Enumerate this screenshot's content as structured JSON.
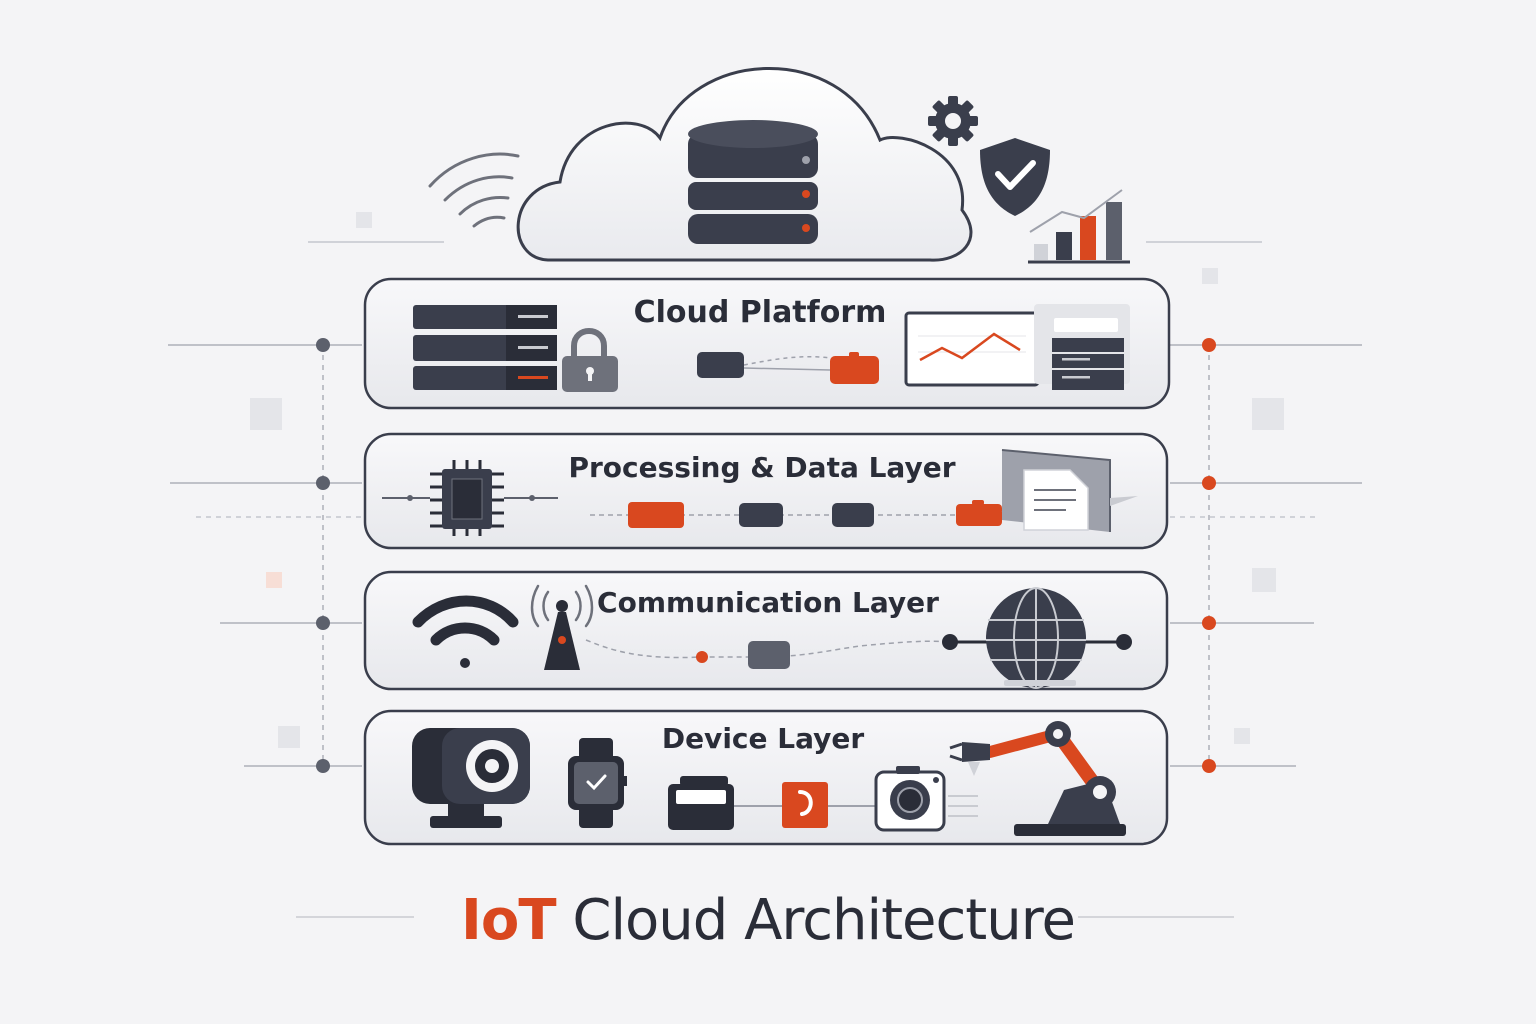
{
  "diagram": {
    "title_accent": "IoT",
    "title_main": "Cloud Architecture",
    "layers": [
      {
        "label": "Cloud Platform"
      },
      {
        "label": "Processing & Data Layer"
      },
      {
        "label": "Communication Layer"
      },
      {
        "label": "Device Layer"
      }
    ]
  },
  "colors": {
    "accent": "#d9481f",
    "dark": "#3a3e4c",
    "text": "#2a2d38",
    "panel": "#eeeff2",
    "background": "#f4f4f6"
  },
  "icons": [
    "wifi-signal-icon",
    "cloud-icon",
    "database-icon",
    "gear-icon",
    "shield-check-icon",
    "bar-chart-icon",
    "server-rack-icon",
    "padlock-icon",
    "line-chart-monitor-icon",
    "file-cabinet-icon",
    "cpu-chip-icon",
    "document-icon",
    "wifi-icon",
    "radio-tower-icon",
    "globe-icon",
    "security-camera-icon",
    "smartwatch-icon",
    "sensor-box-icon",
    "camera-icon",
    "robot-arm-icon"
  ]
}
